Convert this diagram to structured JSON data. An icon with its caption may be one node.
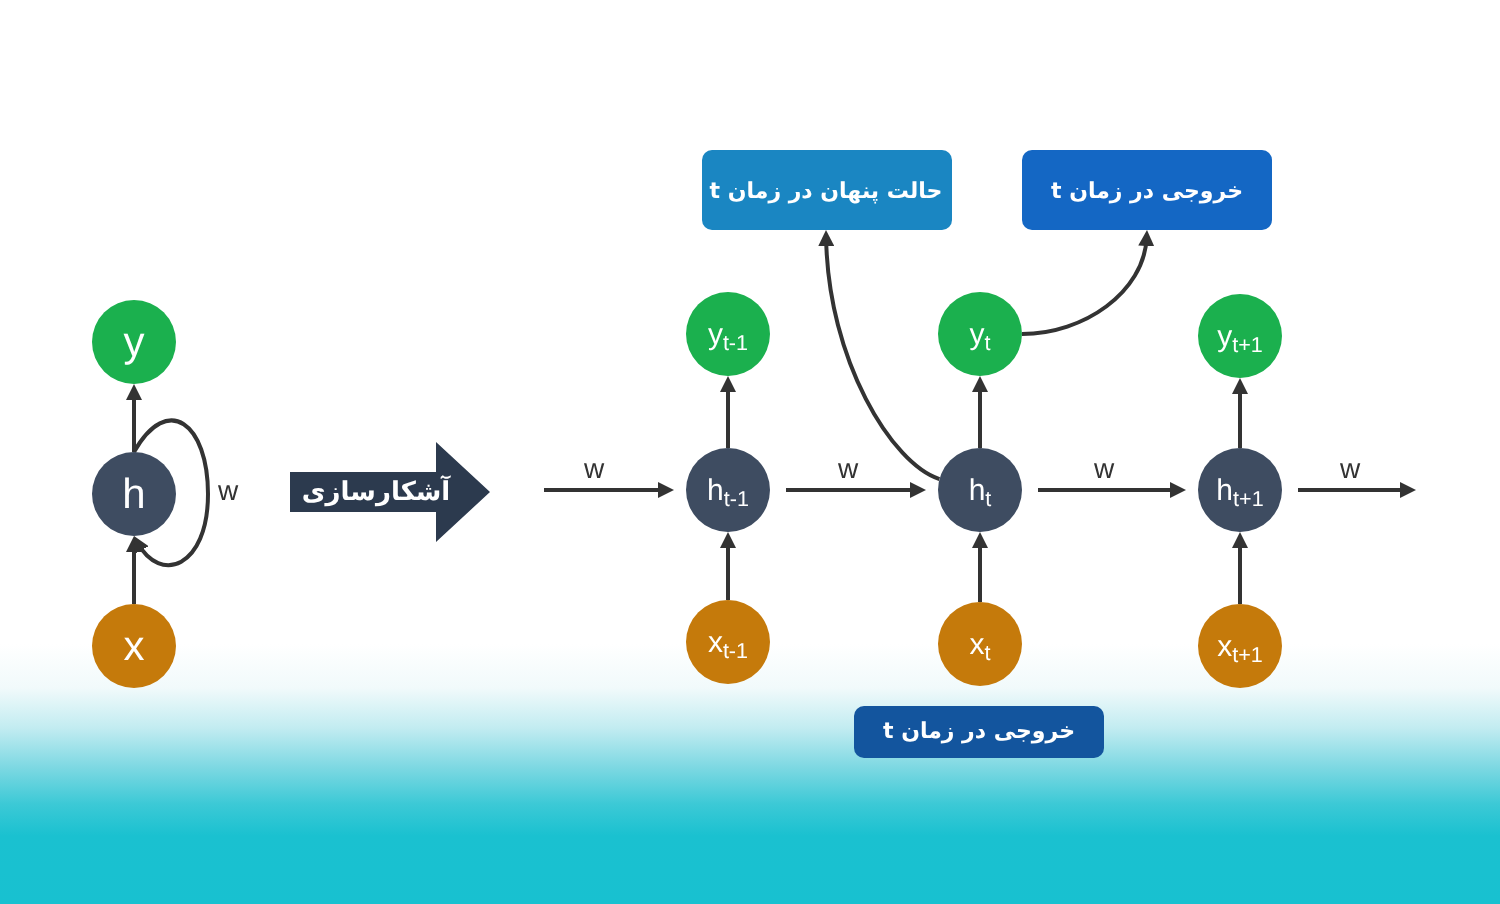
{
  "diagram": {
    "nodes": [
      {
        "text": [
          "y"
        ]
      },
      {
        "text": [
          "h"
        ]
      },
      {
        "text": [
          "x"
        ]
      },
      {
        "text": [
          "آشکارسازی"
        ]
      },
      {
        "text": [
          "y$_{t-1}$"
        ]
      },
      {
        "text": [
          "h$_{t-1}$"
        ]
      },
      {
        "text": [
          "x$_{t-1}$"
        ]
      },
      {
        "text": [
          "y$_{t}$"
        ]
      },
      {
        "text": [
          "h$_{t}$"
        ]
      },
      {
        "text": [
          "x$_{t}$"
        ]
      },
      {
        "text": [
          "y$_{t+1}$"
        ]
      },
      {
        "text": [
          "h$_{t+1}$"
        ]
      },
      {
        "text": [
          "x$_{t+1}$"
        ]
      },
      {
        "text": [
          "حالت پنهان در زمان t"
        ]
      },
      {
        "text": [
          "خروجی در زمان t"
        ]
      },
      {
        "text": [
          "خروجی در زمان t"
        ]
      }
    ],
    "edges": [
      {
        "from": 2,
        "to": 1,
        "arrow": "to"
      },
      {
        "from": 1,
        "to": 0,
        "arrow": "to"
      },
      {
        "from": 1,
        "to": 1,
        "arrow": "to",
        "label": "w"
      },
      {
        "from": null,
        "to": 5,
        "arrow": "to",
        "label": "w"
      },
      {
        "from": 6,
        "to": 5,
        "arrow": "to"
      },
      {
        "from": 5,
        "to": 4,
        "arrow": "to"
      },
      {
        "from": 5,
        "to": 8,
        "arrow": "to",
        "label": "w"
      },
      {
        "from": 9,
        "to": 8,
        "arrow": "to"
      },
      {
        "from": 8,
        "to": 7,
        "arrow": "to"
      },
      {
        "from": 8,
        "to": 13,
        "arrow": "to"
      },
      {
        "from": 7,
        "to": 14,
        "arrow": "to"
      },
      {
        "from": 8,
        "to": 11,
        "arrow": "to",
        "label": "w"
      },
      {
        "from": 12,
        "to": 11,
        "arrow": "to"
      },
      {
        "from": 11,
        "to": 10,
        "arrow": "to"
      },
      {
        "from": 11,
        "to": null,
        "arrow": "to",
        "label": "w"
      }
    ]
  }
}
